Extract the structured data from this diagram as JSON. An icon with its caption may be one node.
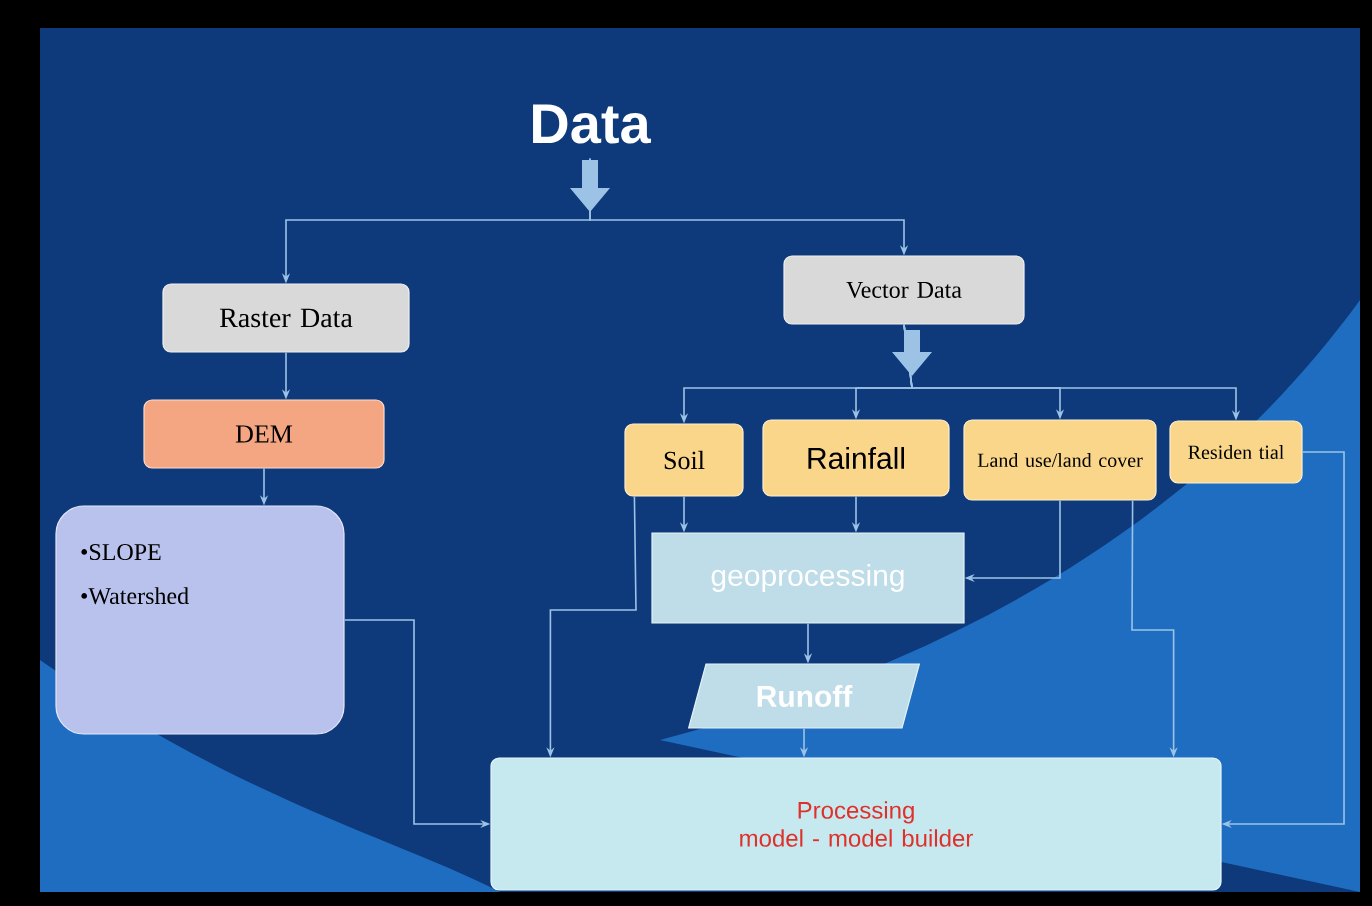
{
  "diagram": {
    "nodes": [
      {
        "text": [
          "Data"
        ]
      },
      {
        "text": [
          "Raster Data"
        ]
      },
      {
        "text": [
          "Vector Data"
        ]
      },
      {
        "text": [
          "DEM"
        ]
      },
      {
        "text": [
          "•SLOPE",
          "•Watershed"
        ]
      },
      {
        "text": [
          "Soil"
        ]
      },
      {
        "text": [
          "Rainfall"
        ]
      },
      {
        "text": [
          "Land use/land cover"
        ]
      },
      {
        "text": [
          "Residen tial"
        ]
      },
      {
        "text": [
          "geoprocessing"
        ]
      },
      {
        "text": [
          "Runoff"
        ]
      },
      {
        "text": [
          "Processing",
          "model - model builder"
        ]
      }
    ],
    "edges": [
      {
        "from": 0,
        "to": 1,
        "arrow": "to"
      },
      {
        "from": 0,
        "to": 2,
        "arrow": "to"
      },
      {
        "from": 1,
        "to": 3,
        "arrow": "to"
      },
      {
        "from": 3,
        "to": 4,
        "arrow": "to"
      },
      {
        "from": 2,
        "to": 5,
        "arrow": "to"
      },
      {
        "from": 2,
        "to": 6,
        "arrow": "to"
      },
      {
        "from": 2,
        "to": 7,
        "arrow": "to"
      },
      {
        "from": 2,
        "to": 8,
        "arrow": "to"
      },
      {
        "from": 5,
        "to": 9,
        "arrow": "to"
      },
      {
        "from": 6,
        "to": 9,
        "arrow": "to"
      },
      {
        "from": 7,
        "to": 9,
        "arrow": "to"
      },
      {
        "from": 9,
        "to": 10,
        "arrow": "to"
      },
      {
        "from": 10,
        "to": 11,
        "arrow": "to"
      },
      {
        "from": 4,
        "to": 11,
        "arrow": "to"
      },
      {
        "from": 5,
        "to": 11,
        "arrow": "to"
      },
      {
        "from": 7,
        "to": 11,
        "arrow": "to"
      },
      {
        "from": 8,
        "to": 11,
        "arrow": "to"
      }
    ]
  }
}
